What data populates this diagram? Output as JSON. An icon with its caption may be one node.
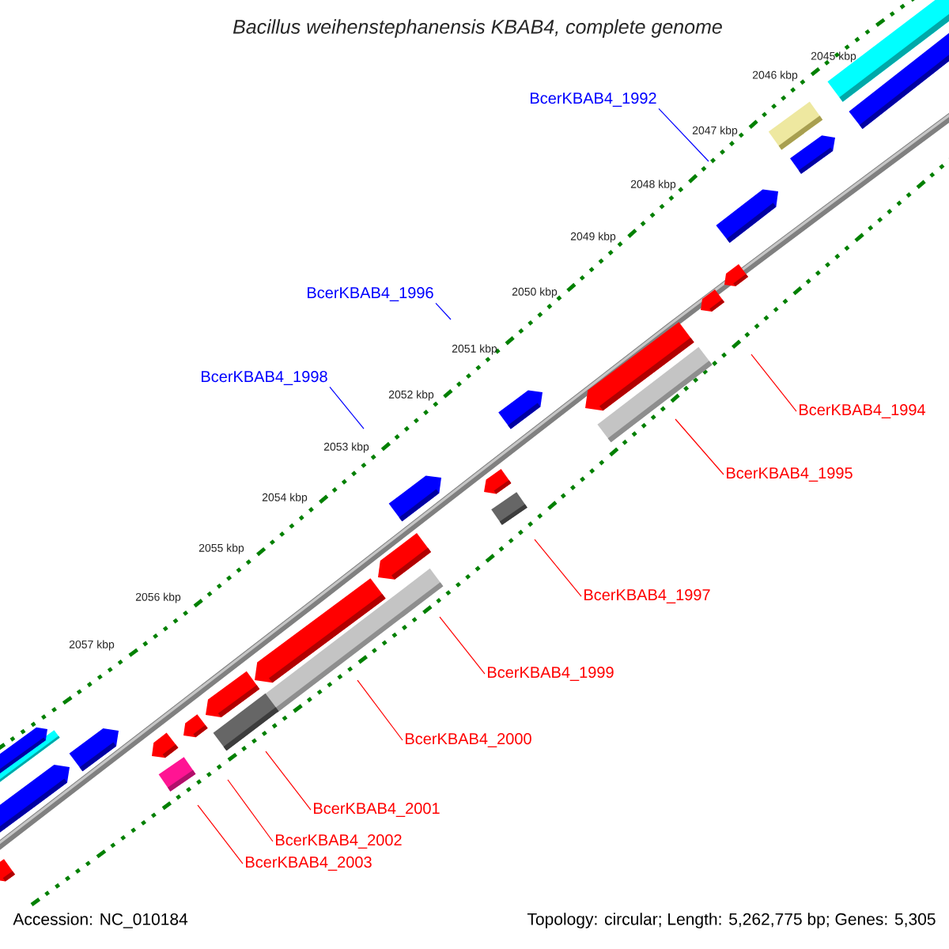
{
  "diagram": {
    "title": "Bacillus weihenstephanensis KBAB4, complete genome",
    "nodes": [
      {
        "text": [
          "BcerKBAB4_1992"
        ]
      },
      {
        "text": [
          "BcerKBAB4_1996"
        ]
      },
      {
        "text": [
          "BcerKBAB4_1998"
        ]
      },
      {
        "text": [
          "BcerKBAB4_1994"
        ]
      },
      {
        "text": [
          "BcerKBAB4_1995"
        ]
      },
      {
        "text": [
          "BcerKBAB4_1997"
        ]
      },
      {
        "text": [
          "BcerKBAB4_1999"
        ]
      },
      {
        "text": [
          "BcerKBAB4_2000"
        ]
      },
      {
        "text": [
          "BcerKBAB4_2001"
        ]
      },
      {
        "text": [
          "BcerKBAB4_2002"
        ]
      },
      {
        "text": [
          "BcerKBAB4_2003"
        ]
      }
    ],
    "edges": [
      {
        "from": 0,
        "to": null,
        "arrow": "none",
        "color": "#0000ff"
      },
      {
        "from": 1,
        "to": null,
        "arrow": "none",
        "color": "#0000ff"
      },
      {
        "from": 2,
        "to": null,
        "arrow": "none",
        "color": "#0000ff"
      },
      {
        "from": 3,
        "to": null,
        "arrow": "none"
      },
      {
        "from": 4,
        "to": null,
        "arrow": "none"
      },
      {
        "from": 5,
        "to": null,
        "arrow": "none"
      },
      {
        "from": 6,
        "to": null,
        "arrow": "none"
      },
      {
        "from": 7,
        "to": null,
        "arrow": "none"
      },
      {
        "from": 8,
        "to": null,
        "arrow": "none"
      },
      {
        "from": 9,
        "to": null,
        "arrow": "none"
      },
      {
        "from": 10,
        "to": null,
        "arrow": "none"
      }
    ],
    "labels": [
      "2045 kbp",
      "2046 kbp",
      "2047 kbp",
      "2048 kbp",
      "2049 kbp",
      "2050 kbp",
      "2051 kbp",
      "2052 kbp",
      "2053 kbp",
      "2054 kbp",
      "2055 kbp",
      "2056 kbp",
      "2057 kbp",
      "Accession: NC_010184",
      "Topology: circular; Length: 5,262,775 bp; Genes: 5,305"
    ]
  }
}
